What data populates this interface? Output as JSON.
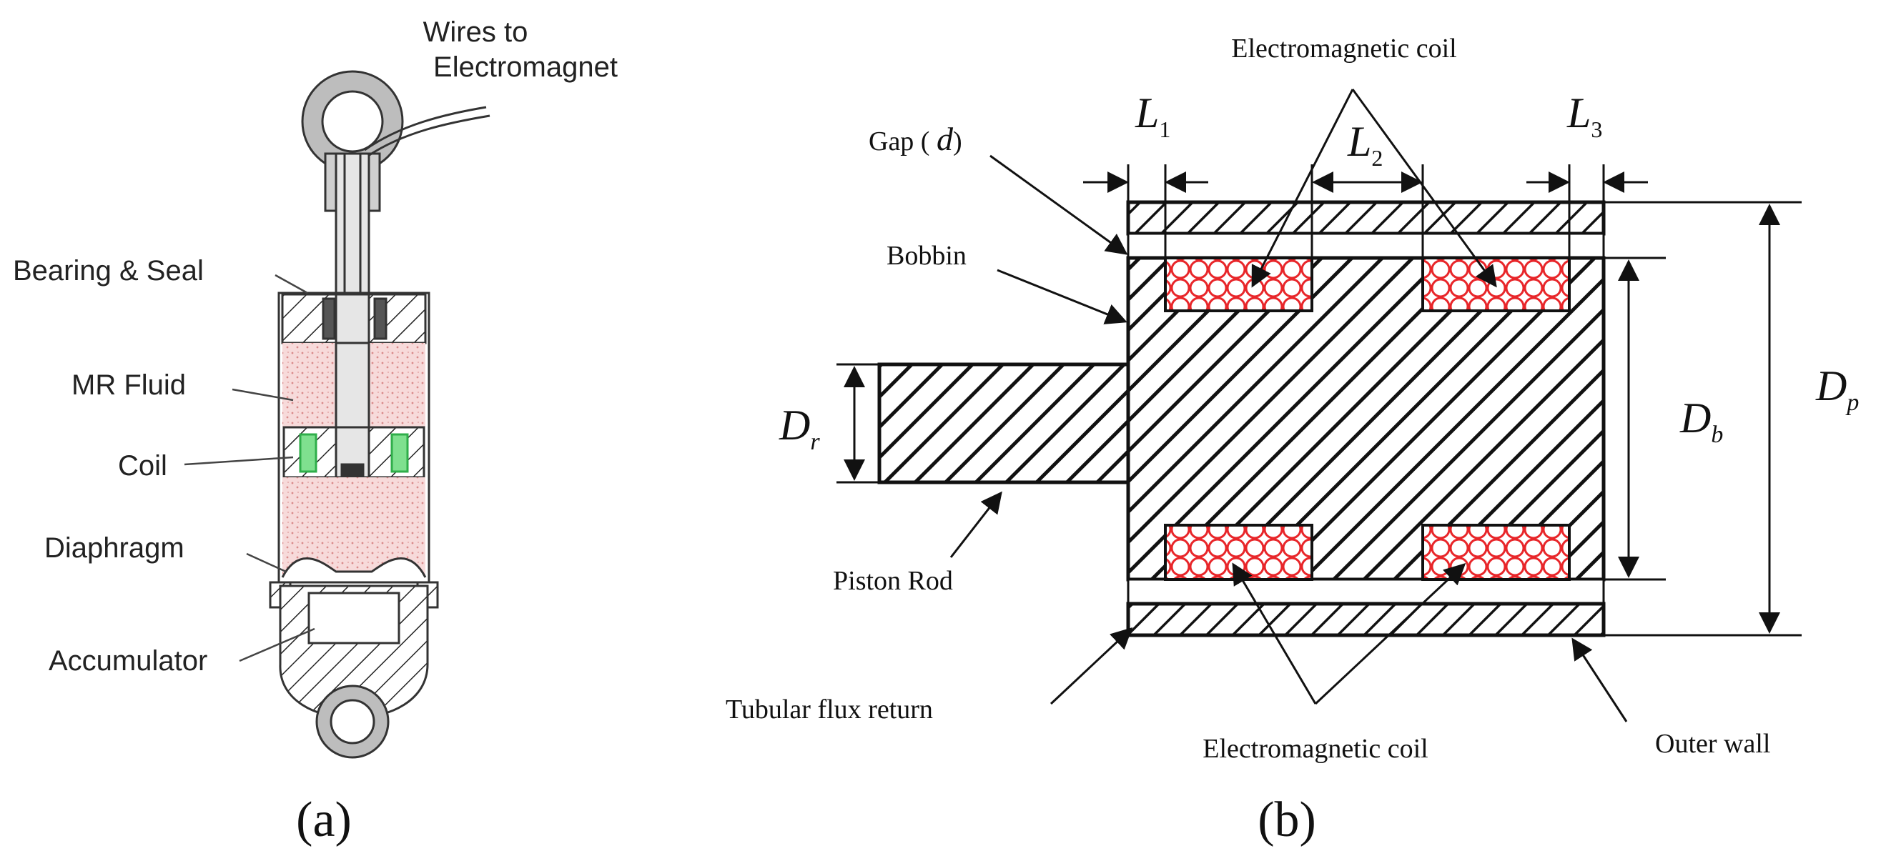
{
  "panel_a": {
    "caption": "(a)",
    "labels": {
      "wires_line1": "Wires to",
      "wires_line2": "Electromagnet",
      "bearing_seal": "Bearing & Seal",
      "mr_fluid": "MR Fluid",
      "coil": "Coil",
      "diaphragm": "Diaphragm",
      "accumulator": "Accumulator"
    }
  },
  "panel_b": {
    "caption": "(b)",
    "labels": {
      "coil_top": "Electromagnetic coil",
      "coil_bottom": "Electromagnetic coil",
      "gap": "Gap ( ",
      "gap_sym": "d",
      "gap_close": ")",
      "bobbin": "Bobbin",
      "piston_rod": "Piston Rod",
      "tubular": "Tubular flux return",
      "outer_wall": "Outer wall",
      "L1": "L",
      "L1_sub": "1",
      "L2": "L",
      "L2_sub": "2",
      "L3": "L",
      "L3_sub": "3",
      "Dr": "D",
      "Dr_sub": "r",
      "Db": "D",
      "Db_sub": "b",
      "Dp": "D",
      "Dp_sub": "p"
    }
  },
  "colors": {
    "ink": "#1a1a1a",
    "coil_red": "#e8262a",
    "fluid_pink": "#f6d3d3",
    "housing_gray": "#c9c9c9",
    "coil_green": "#2fae4a"
  }
}
